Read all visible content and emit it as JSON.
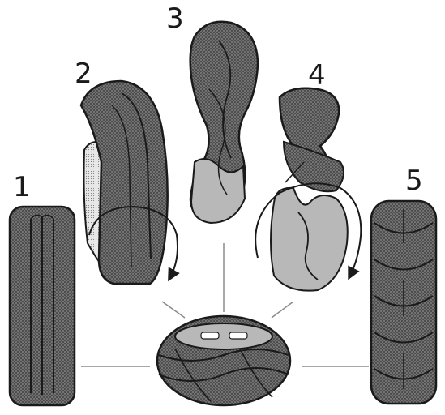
{
  "figure": {
    "step_labels": [
      "1",
      "2",
      "3",
      "4",
      "5"
    ],
    "colors": {
      "dough_dark": "#6e6e6e",
      "dough_light": "#b8b8b8",
      "outline": "#1a1a1a",
      "connector": "#8a8a8a",
      "background": "#ffffff"
    },
    "icons": [
      "rolled-dough-sheet",
      "folded-dough",
      "twisted-dough",
      "partially-braided-dough",
      "braided-loaf",
      "braided-ring",
      "curved-arrow"
    ]
  }
}
